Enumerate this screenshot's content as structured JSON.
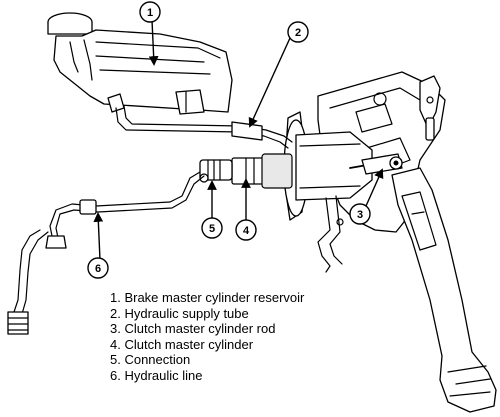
{
  "callouts": [
    {
      "num": "1"
    },
    {
      "num": "2"
    },
    {
      "num": "3"
    },
    {
      "num": "4"
    },
    {
      "num": "5"
    },
    {
      "num": "6"
    }
  ],
  "legend": [
    "1. Brake master cylinder reservoir",
    "2. Hydraulic supply tube",
    "3. Clutch master cylinder rod",
    "4. Clutch master cylinder",
    "5. Connection",
    "6. Hydraulic line"
  ]
}
